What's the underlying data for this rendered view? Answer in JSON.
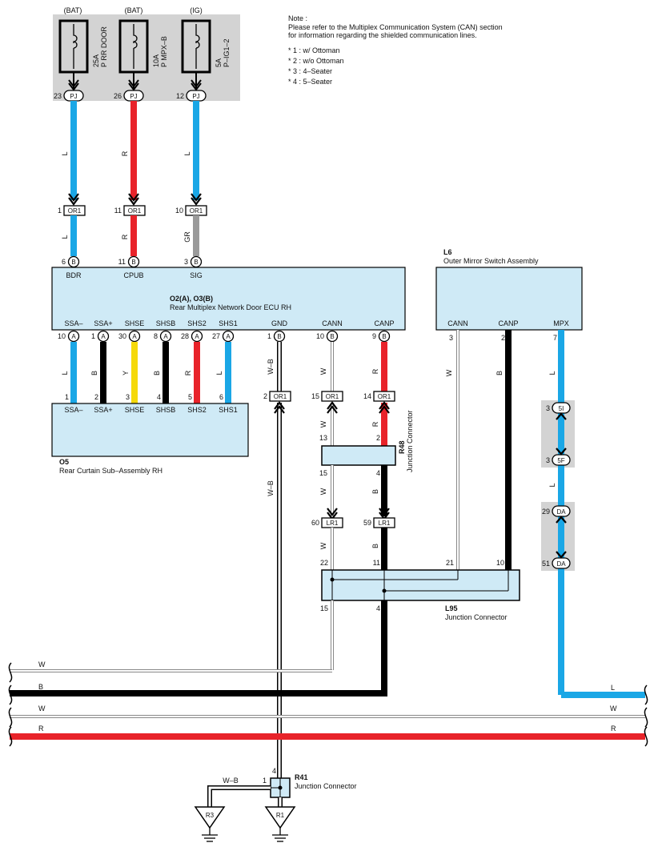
{
  "note": {
    "title": "Note :",
    "lines": [
      "Please refer to the Multiplex Communication System (CAN) section",
      "for information regarding the shielded communication lines."
    ],
    "footnotes": [
      "* 1 : w/ Ottoman",
      "* 2 : w/o Ottoman",
      "* 3 : 4–Seater",
      "* 4 : 5–Seater"
    ]
  },
  "fuses": [
    {
      "source": "(BAT)",
      "rating": "25A",
      "name": "P RR DOOR",
      "pin": "23",
      "connector": "PJ",
      "color_code": "L",
      "wire_color": "#1aa7e6"
    },
    {
      "source": "(BAT)",
      "rating": "10A",
      "name": "P MPX–B",
      "pin": "26",
      "connector": "PJ",
      "color_code": "R",
      "wire_color": "#e8232a"
    },
    {
      "source": "(IG)",
      "rating": "5A",
      "name": "P–IG1–2",
      "pin": "12",
      "connector": "PJ",
      "color_code": "L",
      "wire_color": "#1aa7e6"
    }
  ],
  "or1_top": [
    {
      "pin": "1",
      "label": "OR1",
      "color_code": "L"
    },
    {
      "pin": "11",
      "label": "OR1",
      "color_code": "R"
    },
    {
      "pin": "10",
      "label": "OR1",
      "color_code": "GR"
    }
  ],
  "ecu": {
    "id": "O2(A), O3(B)",
    "name": "Rear Multiplex Network Door ECU RH",
    "top_pins": [
      {
        "num": "6",
        "conn": "B",
        "label": "BDR"
      },
      {
        "num": "11",
        "conn": "B",
        "label": "CPUB"
      },
      {
        "num": "3",
        "conn": "B",
        "label": "SIG"
      }
    ],
    "bottom_pins": [
      {
        "num": "10",
        "conn": "A",
        "label": "SSA–",
        "color_code": "L"
      },
      {
        "num": "1",
        "conn": "A",
        "label": "SSA+",
        "color_code": "B"
      },
      {
        "num": "30",
        "conn": "A",
        "label": "SHSE",
        "color_code": "Y"
      },
      {
        "num": "8",
        "conn": "A",
        "label": "SHSB",
        "color_code": "B"
      },
      {
        "num": "28",
        "conn": "A",
        "label": "SHS2",
        "color_code": "R"
      },
      {
        "num": "27",
        "conn": "A",
        "label": "SHS1",
        "color_code": "L"
      },
      {
        "num": "1",
        "conn": "B",
        "label": "GND",
        "color_code": "W–B"
      },
      {
        "num": "10",
        "conn": "B",
        "label": "CANN",
        "color_code": "W"
      },
      {
        "num": "9",
        "conn": "B",
        "label": "CANP",
        "color_code": "R"
      }
    ]
  },
  "curtain": {
    "id": "O5",
    "name": "Rear Curtain Sub–Assembly RH",
    "pins": [
      {
        "num": "1",
        "label": "SSA–"
      },
      {
        "num": "2",
        "label": "SSA+"
      },
      {
        "num": "3",
        "label": "SHSE"
      },
      {
        "num": "4",
        "label": "SHSB"
      },
      {
        "num": "5",
        "label": "SHS2"
      },
      {
        "num": "6",
        "label": "SHS1"
      }
    ]
  },
  "or1_mid": [
    {
      "pin": "2",
      "label": "OR1"
    },
    {
      "pin": "15",
      "label": "OR1"
    },
    {
      "pin": "14",
      "label": "OR1"
    }
  ],
  "mirror_switch": {
    "id": "L6",
    "name": "Outer Mirror Switch Assembly",
    "pins": [
      {
        "num": "3",
        "label": "CANN",
        "color_code": "W"
      },
      {
        "num": "2",
        "label": "CANP",
        "color_code": "B"
      },
      {
        "num": "7",
        "label": "MPX",
        "color_code": "L"
      }
    ]
  },
  "r48": {
    "id": "R48",
    "name": "Junction Connector",
    "pins": {
      "top_left": "13",
      "top_right": "2",
      "bot_left": "15",
      "bot_right": "4"
    },
    "wire_codes": {
      "left_in": "W",
      "right_in": "R",
      "left_out": "W",
      "right_out": "B"
    }
  },
  "lr1": [
    {
      "pin": "60",
      "label": "LR1"
    },
    {
      "pin": "59",
      "label": "LR1"
    }
  ],
  "l95": {
    "id": "L95",
    "name": "Junction Connector",
    "top_pins": [
      "22",
      "11",
      "21",
      "10"
    ],
    "bottom_pins": [
      "15",
      "4"
    ]
  },
  "mpx_path": {
    "c5i": {
      "pin": "3",
      "label": "5I"
    },
    "c5f": {
      "pin": "3",
      "label": "5F"
    },
    "da_top": {
      "pin": "29",
      "label": "DA"
    },
    "da_bottom": {
      "pin": "51",
      "label": "DA"
    },
    "color_code": "L"
  },
  "buses": [
    {
      "left_code": "W",
      "right_code": "",
      "color": "#ffffff"
    },
    {
      "left_code": "B",
      "right_code": "L",
      "color": "#000000"
    },
    {
      "left_code": "W",
      "right_code": "W",
      "color": "#ffffff"
    },
    {
      "left_code": "R",
      "right_code": "R",
      "color": "#e8232a"
    }
  ],
  "r41": {
    "id": "R41",
    "name": "Junction Connector",
    "pin_top": "4",
    "pin_left": "1",
    "ground_wire_code": "W–B"
  },
  "grounds": [
    {
      "label": "R3"
    },
    {
      "label": "R1"
    }
  ],
  "colors": {
    "box_fill": "#cfeaf6",
    "shade": "#d3d3d3",
    "wire_blue": "#1aa7e6",
    "wire_red": "#e8232a",
    "wire_yellow": "#f5d90a",
    "wire_gray": "#9a9a9a",
    "wire_black": "#000000"
  }
}
